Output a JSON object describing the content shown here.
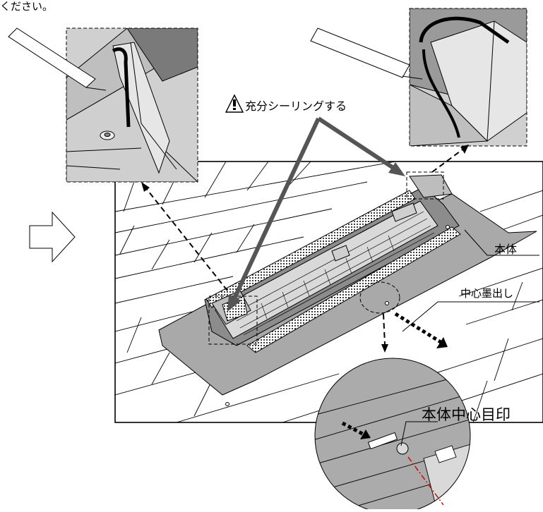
{
  "header": {
    "text": "ください。"
  },
  "labels": {
    "sealing": "充分シーリングする",
    "body": "本体",
    "center_marking": "中心墨出し",
    "body_center_mark": "本体中心目印"
  },
  "icons": {
    "warning": "warning-triangle-icon",
    "arrow": "outline-right-arrow-icon"
  },
  "colors": {
    "ink": "#000000",
    "panel_gray": "#a9a9a9",
    "light_gray": "#d9d9d9",
    "mid_gray": "#8c8c8c",
    "center_line": "#cc0000"
  }
}
